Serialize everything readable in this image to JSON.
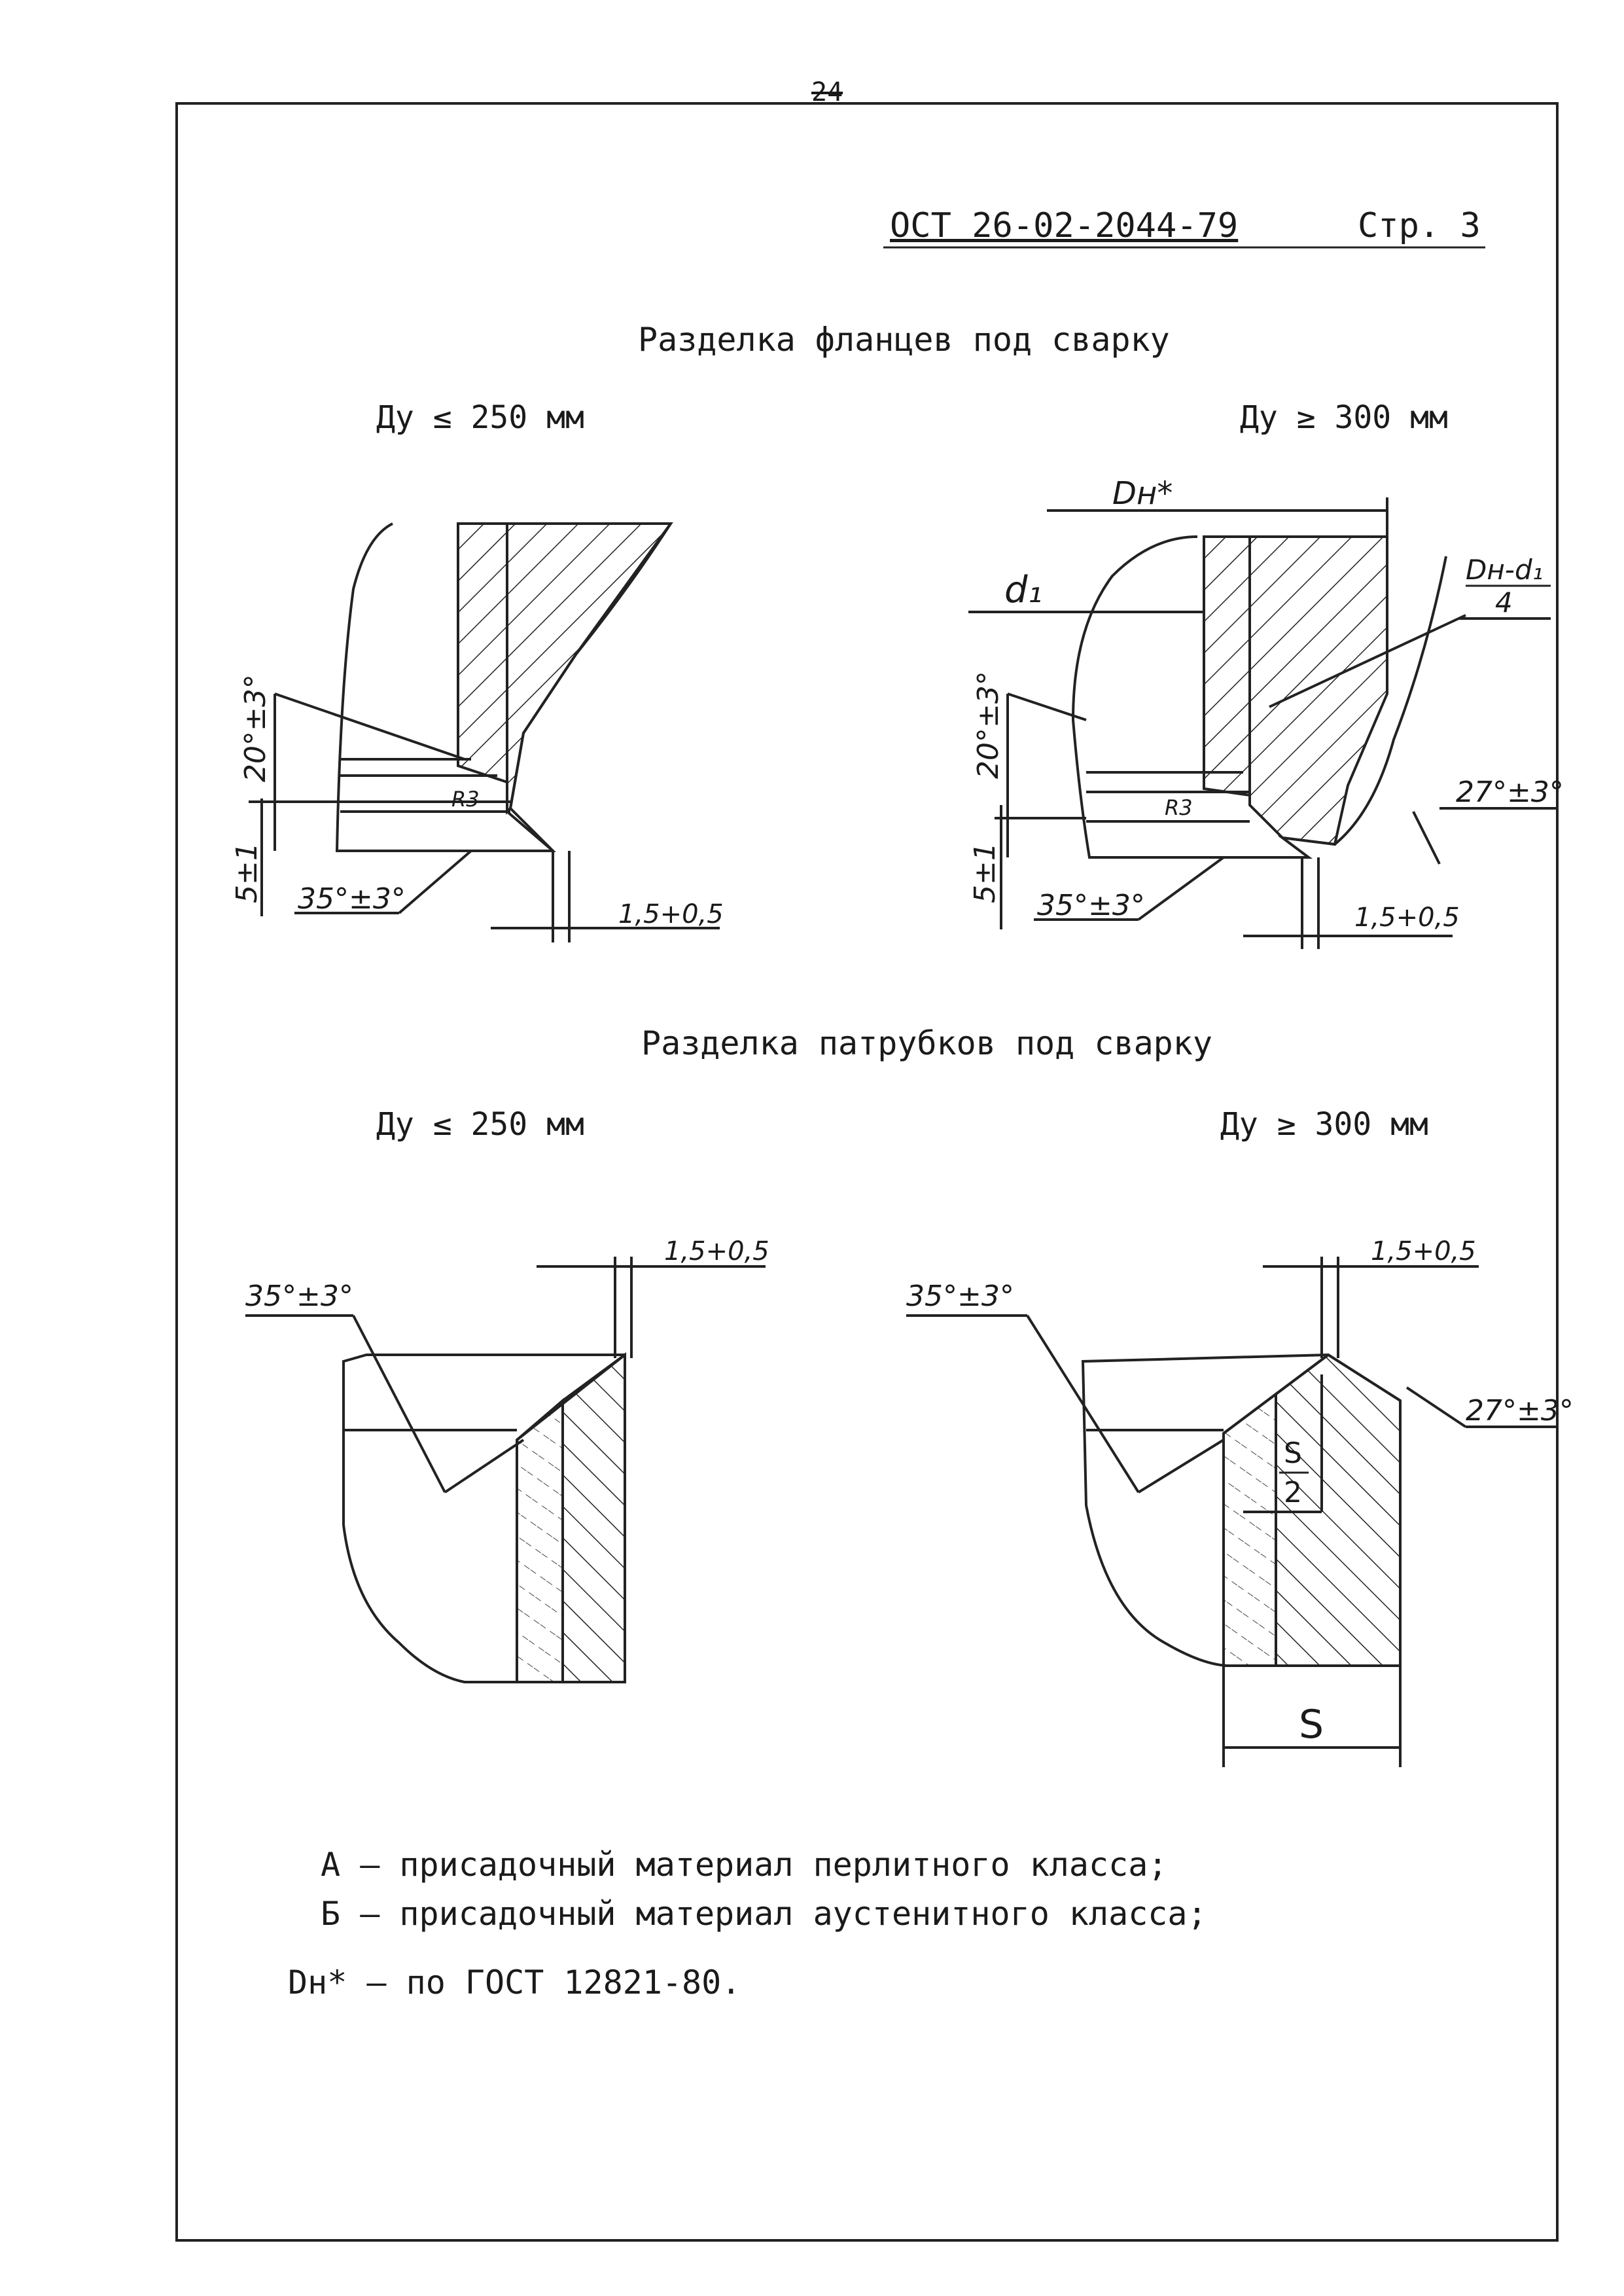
{
  "page_mark": "24",
  "header": {
    "doc_code": "ОСТ 26-02-2044-79",
    "page_label": "Стр. 3"
  },
  "section_flanges": {
    "title": "Разделка фланцев под сварку",
    "left_label": "Ду ≤ 250 мм",
    "right_label": "Ду ≥ 300 мм",
    "left_dims": {
      "angle_top": "20°±3°",
      "radius": "R3",
      "height": "5±1",
      "angle_bottom": "35°±3°",
      "gap": "1,5+0,5"
    },
    "right_dims": {
      "outer_diam": "Dн*",
      "inner_diam": "d₁",
      "fraction_num": "Dн-d₁",
      "fraction_den": "4",
      "angle_top": "20°±3°",
      "radius": "R3",
      "height": "5±1",
      "angle_bottom": "35°±3°",
      "angle_outer": "27°±3°",
      "gap": "1,5+0,5"
    }
  },
  "section_nozzles": {
    "title": "Разделка патрубков под сварку",
    "left_label": "Ду ≤ 250 мм",
    "right_label": "Ду ≥ 300 мм",
    "left_dims": {
      "angle": "35°±3°",
      "gap": "1,5+0,5"
    },
    "right_dims": {
      "angle": "35°±3°",
      "gap": "1,5+0,5",
      "angle_outer": "27°±3°",
      "half_num": "S",
      "half_den": "2",
      "thickness": "S"
    }
  },
  "legend": [
    "А – присадочный материал перлитного класса;",
    "Б – присадочный материал аустенитного класса;",
    "Dн* – по ГОСТ 12821-80."
  ],
  "colors": {
    "ink": "#1a1a1a",
    "paper": "#ffffff"
  }
}
